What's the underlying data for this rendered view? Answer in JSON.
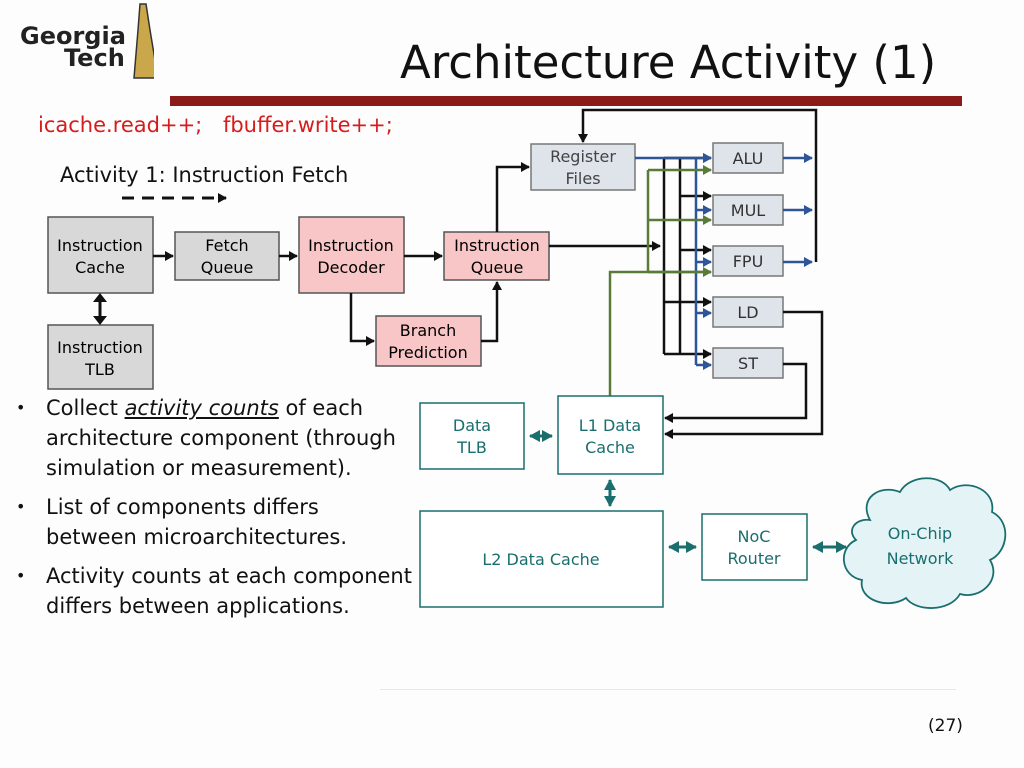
{
  "title": "Architecture Activity (1)",
  "logo": {
    "line1": "Georgia",
    "line2": "Tech"
  },
  "code_text": [
    "icache.read++;",
    "fbuffer.write++;"
  ],
  "activity_label": "Activity 1: Instruction Fetch",
  "bullets": [
    {
      "pre": "Collect ",
      "em": "activity counts",
      "post": " of each architecture component (through simulation or measurement)."
    },
    {
      "pre": "List of components differs between microarchitectures.",
      "em": "",
      "post": ""
    },
    {
      "pre": "Activity counts at each component differs between applications.",
      "em": "",
      "post": ""
    }
  ],
  "page_number": "(27)",
  "colors": {
    "title_bar": "#8b1a1a",
    "code": "#d81b1b",
    "teal_text": "#1a6e6e",
    "blue_arrow": "#2e5597",
    "green_arrow": "#5a7a3a",
    "pink_box": "#f8c6c6",
    "gray_box": "#d8d8d8"
  },
  "diagram": {
    "icache": [
      "Instruction",
      "Cache"
    ],
    "itlb": [
      "Instruction",
      "TLB"
    ],
    "fetch_queue": [
      "Fetch",
      "Queue"
    ],
    "decoder": [
      "Instruction",
      "Decoder"
    ],
    "branch": [
      "Branch",
      "Prediction"
    ],
    "iqueue": [
      "Instruction",
      "Queue"
    ],
    "regfile": [
      "Register",
      "Files"
    ],
    "alu": "ALU",
    "mul": "MUL",
    "fpu": "FPU",
    "ld": "LD",
    "st": "ST",
    "dtlb": [
      "Data",
      "TLB"
    ],
    "l1": [
      "L1 Data",
      "Cache"
    ],
    "l2": "L2 Data Cache",
    "noc": [
      "NoC",
      "Router"
    ],
    "cloud": [
      "On-Chip",
      "Network"
    ]
  }
}
